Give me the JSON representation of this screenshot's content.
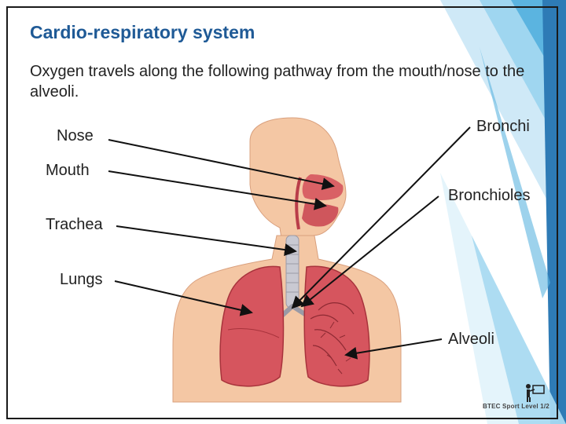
{
  "slide": {
    "title": "Cardio-respiratory system",
    "body": "Oxygen travels along the following pathway from the mouth/nose to the alveoli."
  },
  "labels": {
    "nose": "Nose",
    "mouth": "Mouth",
    "trachea": "Trachea",
    "lungs": "Lungs",
    "bronchi": "Bronchi",
    "bronchioles": "Bronchioles",
    "alveoli": "Alveoli"
  },
  "footer": {
    "text": "BTEC Sport Level 1/2"
  },
  "illustration": {
    "subject": "human upper body with respiratory system cutaway",
    "skin_color": "#f4c7a4",
    "lung_color": "#d6555e",
    "airway_color": "#c9c9d2"
  },
  "theme": {
    "title_color": "#1f5a96",
    "accent_colors": [
      "#2e7bb6",
      "#5bb4e0",
      "#9fd6f0"
    ]
  }
}
